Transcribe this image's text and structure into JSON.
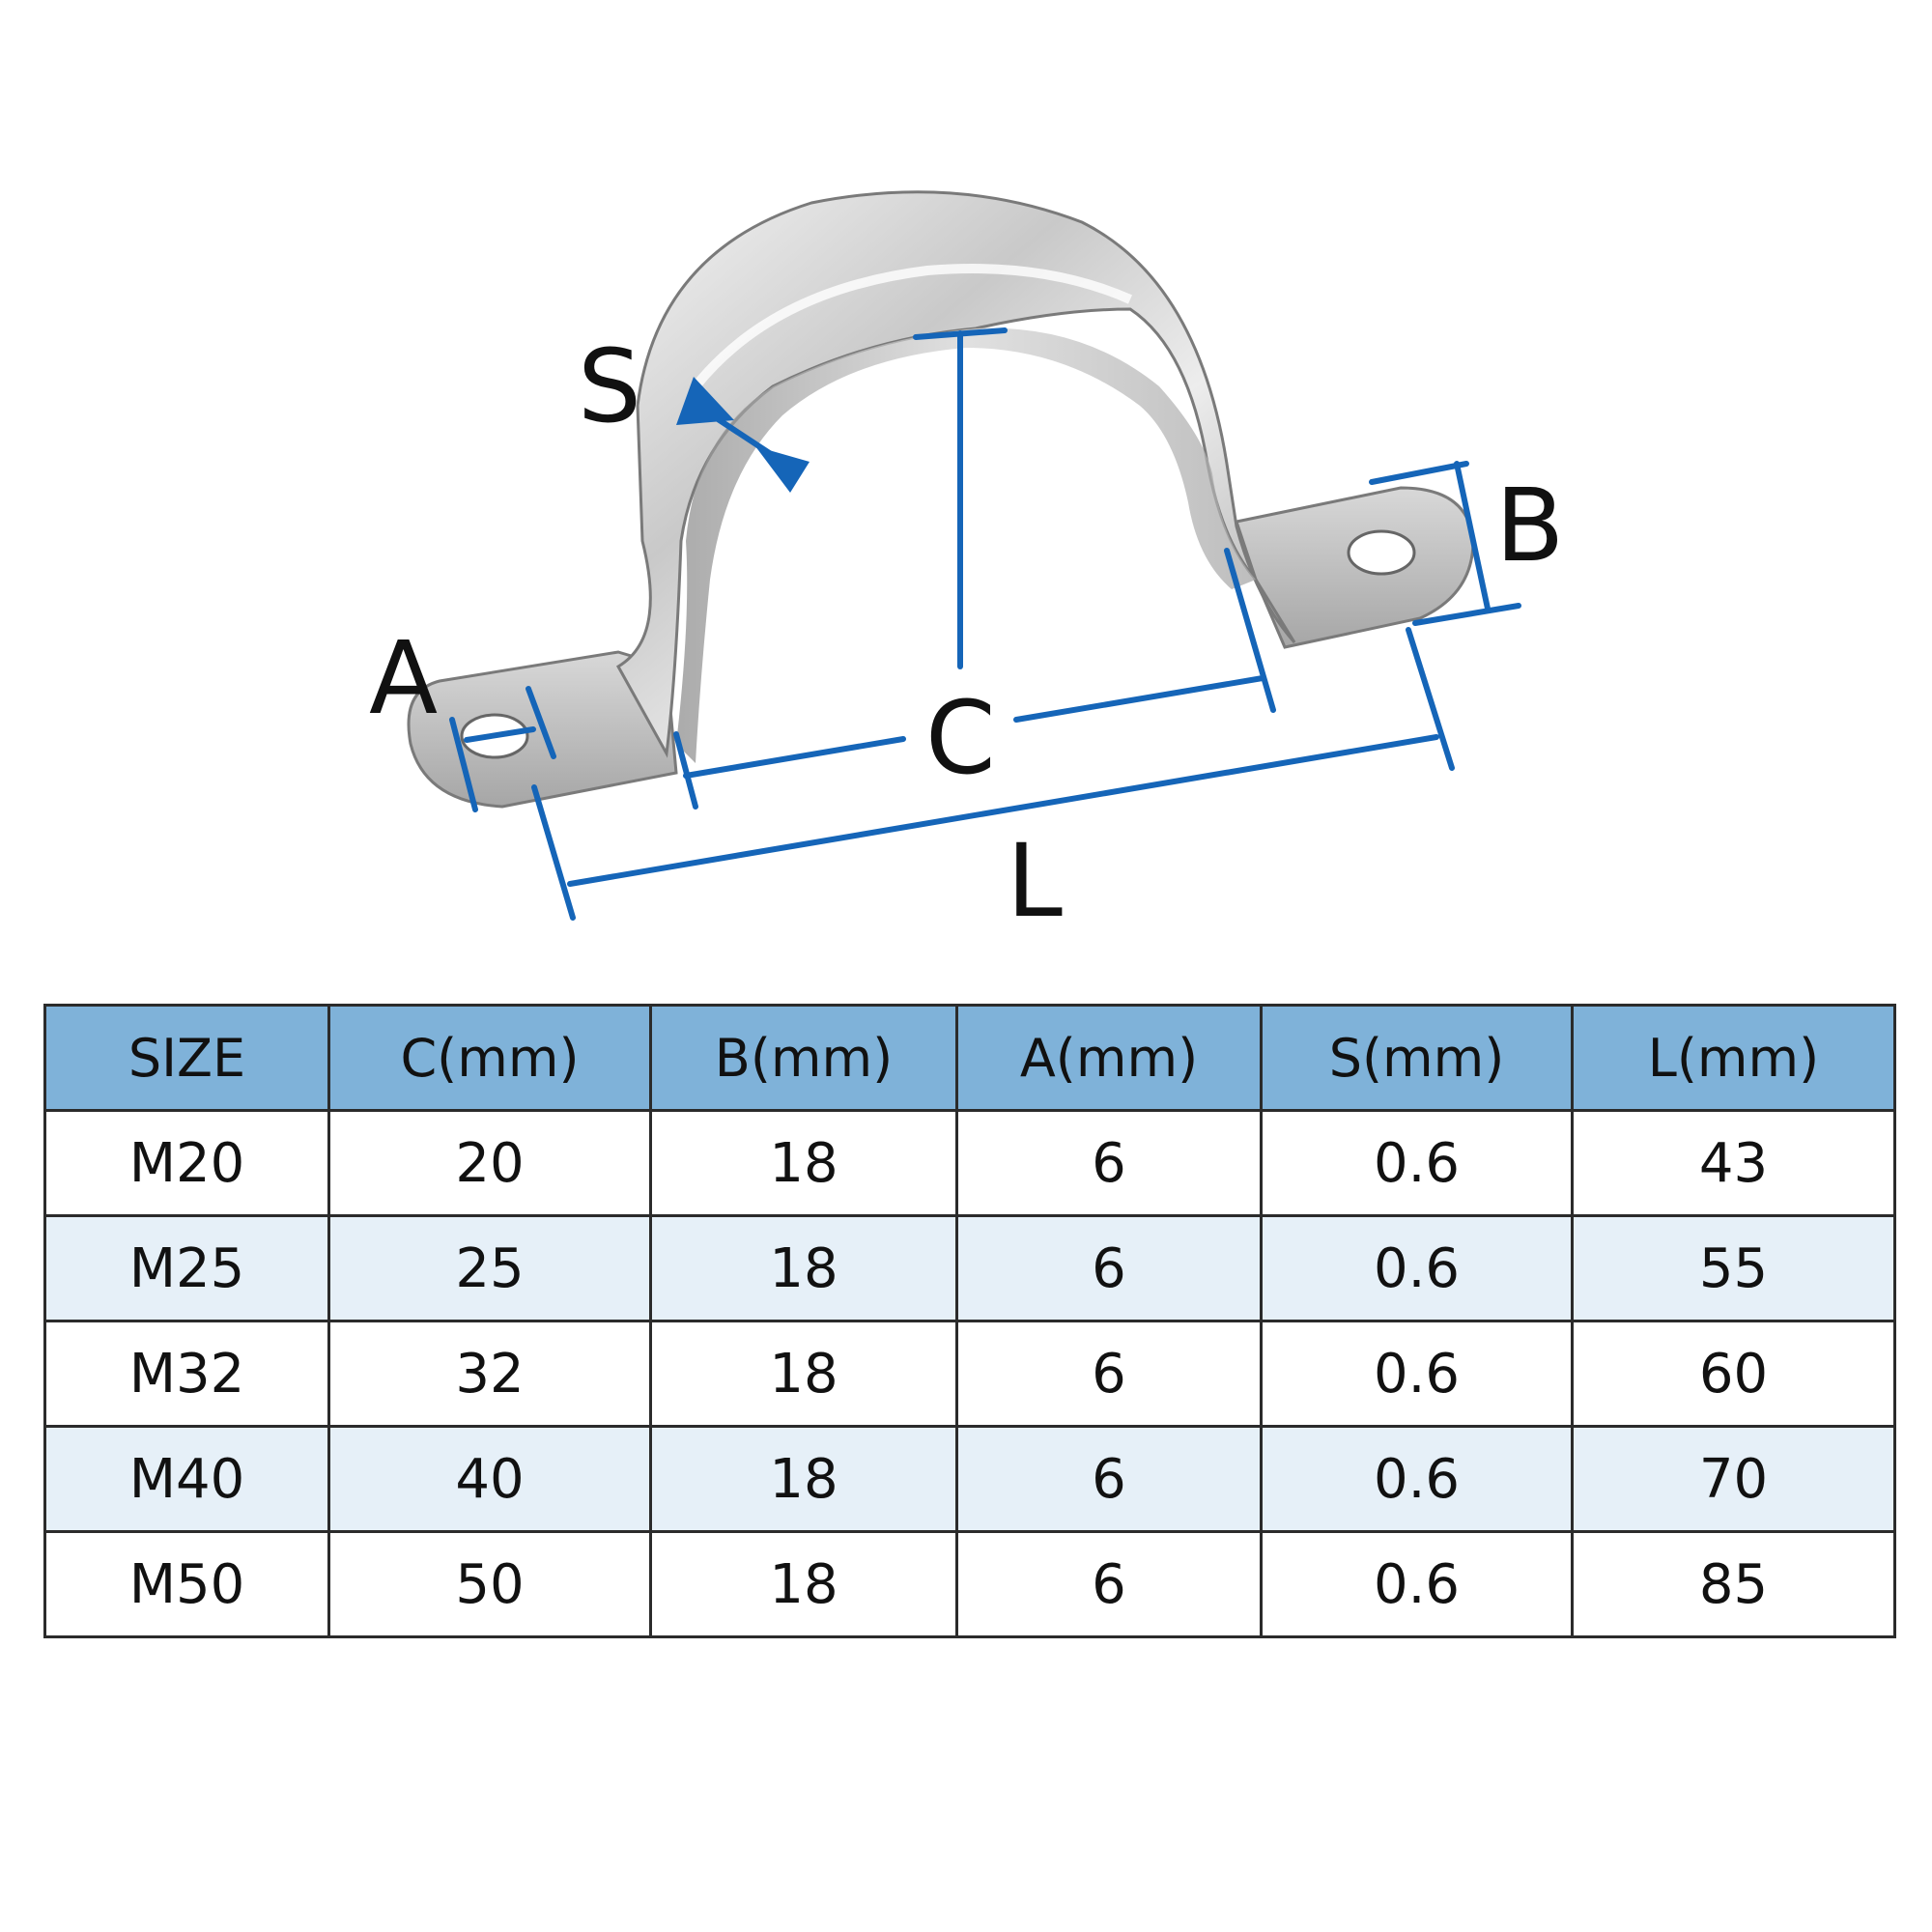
{
  "diagram": {
    "labels": {
      "s": "S",
      "b": "B",
      "a": "A",
      "c": "C",
      "l": "L"
    },
    "colors": {
      "dimension_line": "#1565b8",
      "metal_light": "#eeeeee",
      "metal_dark": "#9a9a9a"
    }
  },
  "table": {
    "headers": [
      "SIZE",
      "C(mm)",
      "B(mm)",
      "A(mm)",
      "S(mm)",
      "L(mm)"
    ],
    "rows": [
      [
        "M20",
        "20",
        "18",
        "6",
        "0.6",
        "43"
      ],
      [
        "M25",
        "25",
        "18",
        "6",
        "0.6",
        "55"
      ],
      [
        "M32",
        "32",
        "18",
        "6",
        "0.6",
        "60"
      ],
      [
        "M40",
        "40",
        "18",
        "6",
        "0.6",
        "70"
      ],
      [
        "M50",
        "50",
        "18",
        "6",
        "0.6",
        "85"
      ]
    ],
    "colors": {
      "header_bg": "#7fb2d9",
      "row_alt_bg": "#e6f0f8",
      "border": "#2b2b2b"
    }
  }
}
